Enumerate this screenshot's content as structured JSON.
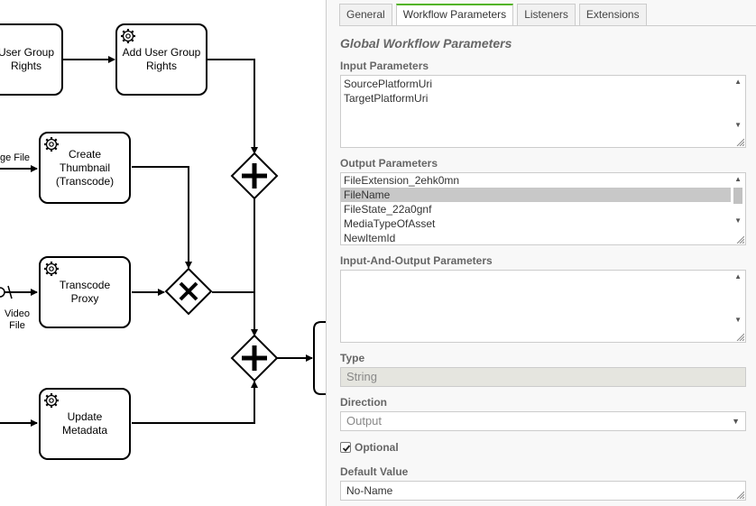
{
  "diagram": {
    "tasks": {
      "user_group_rights": "User Group\nRights",
      "add_user_group_rights": "Add User Group\nRights",
      "create_thumbnail": "Create\nThumbnail\n(Transcode)",
      "transcode_proxy": "Transcode\nProxy",
      "update_metadata": "Update\nMetadata"
    },
    "labels": {
      "image_file": "ge File",
      "video_file": "Video\nFile"
    }
  },
  "panel": {
    "tabs": [
      "General",
      "Workflow Parameters",
      "Listeners",
      "Extensions"
    ],
    "active_tab": "Workflow Parameters",
    "section_title": "Global Workflow Parameters",
    "input_parameters": {
      "label": "Input Parameters",
      "items": [
        "SourcePlatformUri",
        "TargetPlatformUri"
      ]
    },
    "output_parameters": {
      "label": "Output Parameters",
      "items": [
        "FileExtension_2ehk0mn",
        "FileName",
        "FileState_22a0gnf",
        "MediaTypeOfAsset",
        "NewItemId"
      ],
      "selected": "FileName"
    },
    "input_output_parameters": {
      "label": "Input-And-Output Parameters",
      "items": []
    },
    "type": {
      "label": "Type",
      "value": "String"
    },
    "direction": {
      "label": "Direction",
      "value": "Output"
    },
    "optional": {
      "label": "Optional",
      "checked": true
    },
    "default_value": {
      "label": "Default Value",
      "value": "No-Name"
    }
  },
  "colors": {
    "active_tab_accent": "#52b415",
    "selected_row": "#c8c8c8",
    "disabled_field": "#e5e5df"
  }
}
